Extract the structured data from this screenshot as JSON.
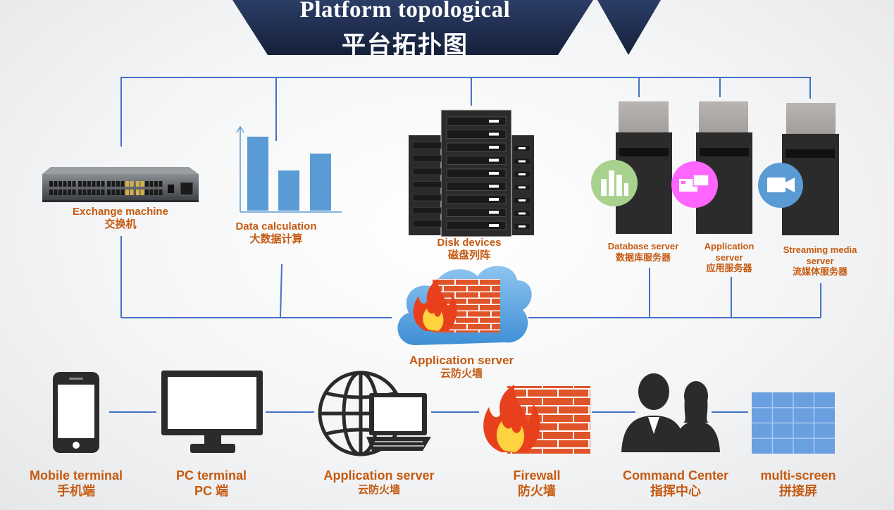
{
  "title": {
    "en": "Platform topological",
    "cn": "平台拓扑图"
  },
  "top_nodes": {
    "exchange": {
      "en": "Exchange machine",
      "cn": "交换机"
    },
    "data_calc": {
      "en": "Data calculation",
      "cn": "大数据计算"
    },
    "disk": {
      "en": "Disk devices",
      "cn": "磁盘列阵"
    },
    "db_server": {
      "en": "Database server",
      "cn": "数据库服务器"
    },
    "app_server_top": {
      "en1": "Application",
      "en2": "server",
      "cn": "应用服务器"
    },
    "streaming": {
      "en1": "Streaming media",
      "en2": "server",
      "cn": "流媒体服务器"
    }
  },
  "cloud_firewall": {
    "en": "Application server",
    "cn": "云防火墙"
  },
  "bottom_nodes": {
    "mobile": {
      "en": "Mobile terminal",
      "cn": "手机端"
    },
    "pc": {
      "en": "PC terminal",
      "cn": "PC 端"
    },
    "app_server": {
      "en": "Application server",
      "cn": "云防火墙"
    },
    "firewall": {
      "en": "Firewall",
      "cn": "防火墙"
    },
    "command": {
      "en": "Command Center",
      "cn": "指挥中心"
    },
    "multiscreen": {
      "en": "multi-screen",
      "cn": "拼接屏"
    }
  },
  "colors": {
    "line": "#4472c4",
    "label": "#c55a11",
    "banner": "#1f2d4d",
    "bar": "#5b9bd5",
    "brick": "#e0542a",
    "server_dark": "#2b2b2b",
    "icon_green": "#a9d18e",
    "icon_pink": "#ff66ff",
    "icon_blue": "#5b9bd5",
    "video_wall": "#6a9fe0"
  },
  "icons": [
    "switch-icon",
    "bar-chart-icon",
    "server-rack-icon",
    "database-icon",
    "app-window-icon",
    "video-camera-icon",
    "cloud-firewall-icon",
    "smartphone-icon",
    "monitor-icon",
    "globe-laptop-icon",
    "firewall-icon",
    "people-icon",
    "video-wall-icon"
  ]
}
